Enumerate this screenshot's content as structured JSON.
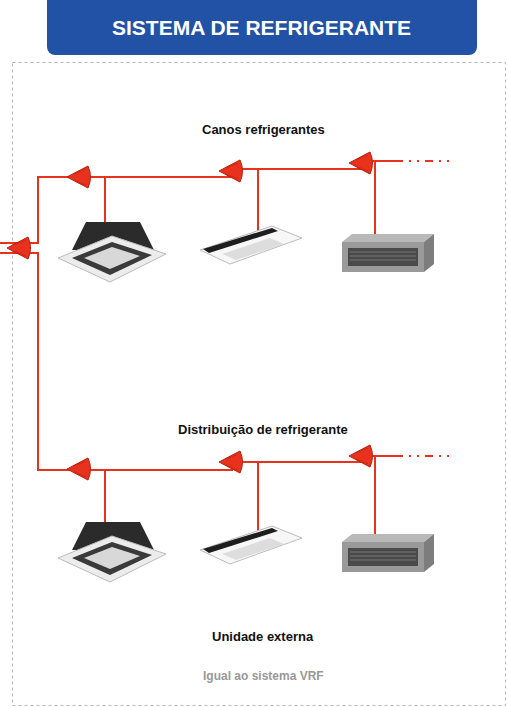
{
  "diagram": {
    "title": "SISTEMA DE REFRIGERANTE",
    "labels": [
      "Canos refrigerantes",
      "Distribuição de refrigerante",
      "Unidade externa",
      "Igual ao sistema VRF"
    ]
  }
}
